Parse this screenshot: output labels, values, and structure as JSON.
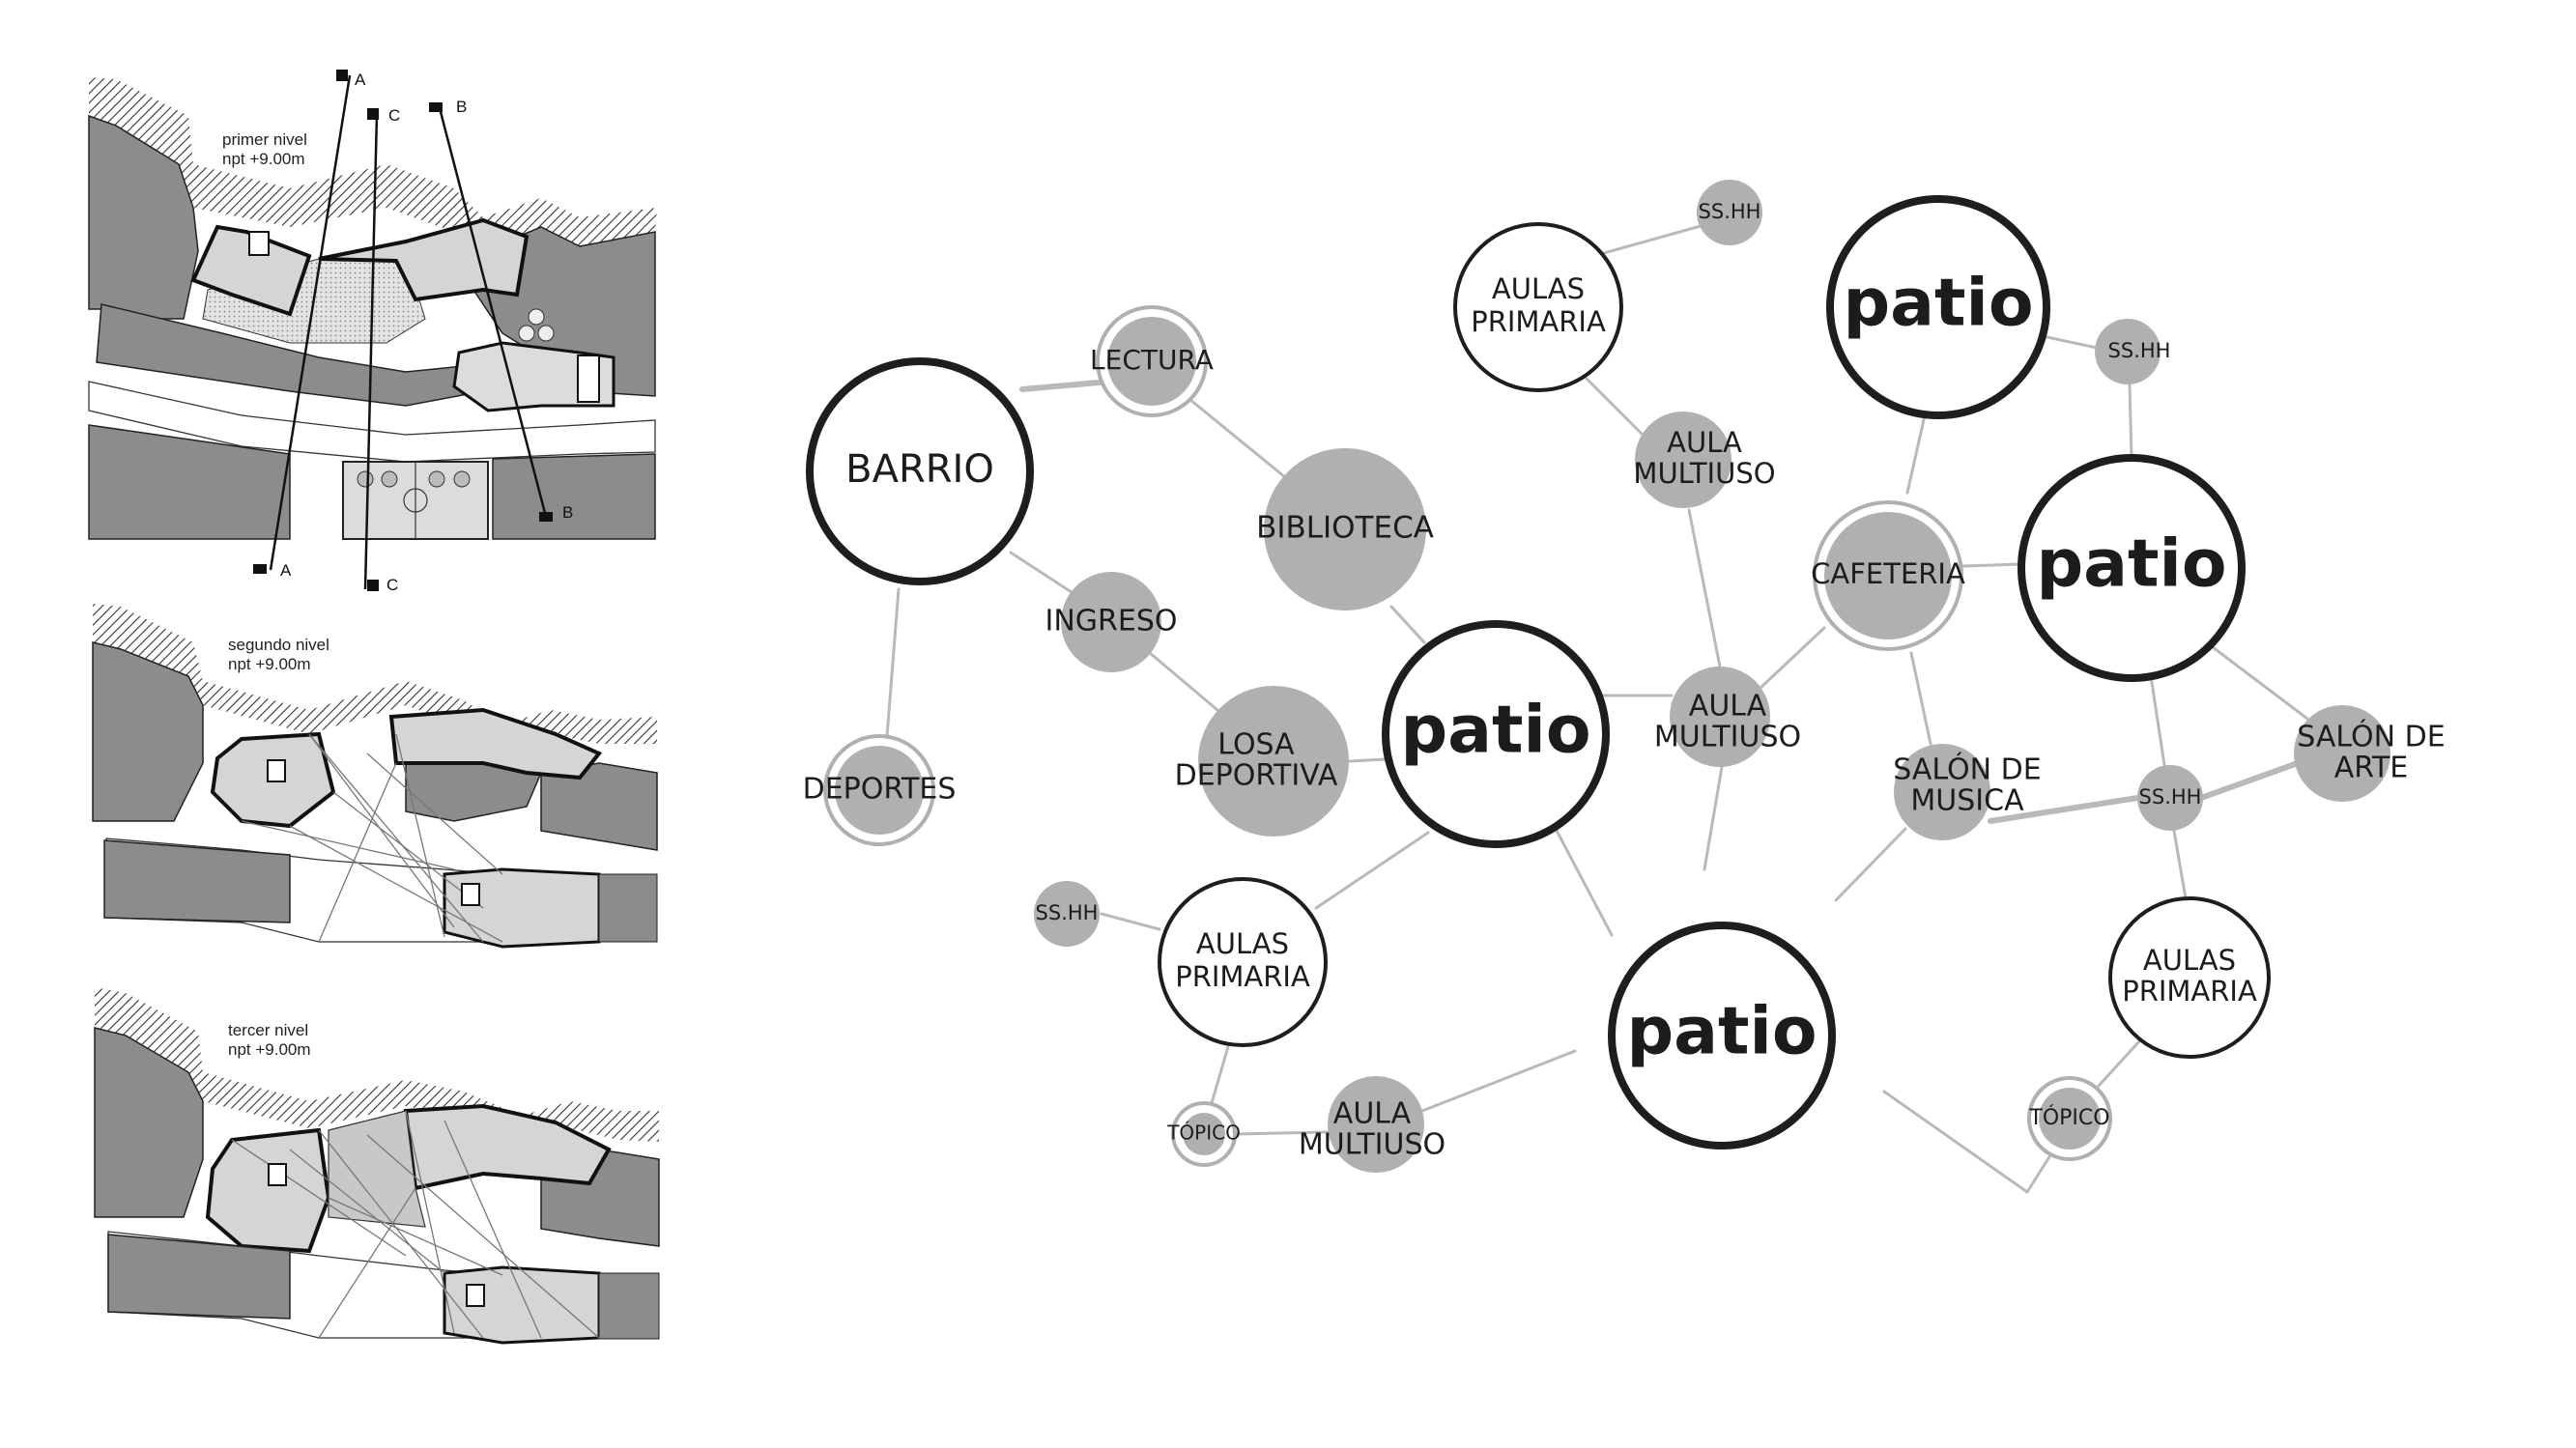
{
  "plans": [
    {
      "id": "primer",
      "name": "primer nivel",
      "level": "npt +9.00m",
      "section_labels": [
        "A",
        "C",
        "B",
        "A",
        "C",
        "B"
      ]
    },
    {
      "id": "segundo",
      "name": "segundo nivel",
      "level": "npt +9.00m"
    },
    {
      "id": "tercer",
      "name": "tercer nivel",
      "level": "npt +9.00m"
    }
  ],
  "bubble_diagram": {
    "colors": {
      "line": "#b9b9b9",
      "fill_grey": "#b0b0b0",
      "ring": "#1e1e1e",
      "text": "#1c1c1c"
    },
    "nodes": [
      {
        "id": "barrio",
        "lines": [
          "BARRIO"
        ]
      },
      {
        "id": "lectura",
        "lines": [
          "LECTURA"
        ]
      },
      {
        "id": "biblioteca",
        "lines": [
          "BIBLIOTECA"
        ]
      },
      {
        "id": "ingreso",
        "lines": [
          "INGRESO"
        ]
      },
      {
        "id": "deportes",
        "lines": [
          "DEPORTES"
        ]
      },
      {
        "id": "losa",
        "lines": [
          "LOSA",
          "DEPORTIVA"
        ]
      },
      {
        "id": "patio_center",
        "lines": [
          "patio"
        ]
      },
      {
        "id": "aulas_prim_top",
        "lines": [
          "AULAS",
          "PRIMARIA"
        ]
      },
      {
        "id": "sshh_top",
        "lines": [
          "SS.HH"
        ]
      },
      {
        "id": "aula_mult_top",
        "lines": [
          "AULA",
          "MULTIUSO"
        ]
      },
      {
        "id": "aula_mult_mid",
        "lines": [
          "AULA",
          "MULTIUSO"
        ]
      },
      {
        "id": "patio_top",
        "lines": [
          "patio"
        ]
      },
      {
        "id": "sshh_right_top",
        "lines": [
          "SS.HH"
        ]
      },
      {
        "id": "cafeteria",
        "lines": [
          "CAFETERIA"
        ]
      },
      {
        "id": "patio_right",
        "lines": [
          "patio"
        ]
      },
      {
        "id": "salon_musica",
        "lines": [
          "SALÓN DE",
          "MUSICA"
        ]
      },
      {
        "id": "sshh_right",
        "lines": [
          "SS.HH"
        ]
      },
      {
        "id": "salon_arte",
        "lines": [
          "SALÓN DE",
          "ARTE"
        ]
      },
      {
        "id": "aulas_prim_right",
        "lines": [
          "AULAS",
          "PRIMARIA"
        ]
      },
      {
        "id": "topico_right",
        "lines": [
          "TÓPICO"
        ]
      },
      {
        "id": "sshh_left",
        "lines": [
          "SS.HH"
        ]
      },
      {
        "id": "aulas_prim_left",
        "lines": [
          "AULAS",
          "PRIMARIA"
        ]
      },
      {
        "id": "topico_left",
        "lines": [
          "TÓPICO"
        ]
      },
      {
        "id": "aula_mult_bottom",
        "lines": [
          "AULA",
          "MULTIUSO"
        ]
      },
      {
        "id": "patio_bottom",
        "lines": [
          "patio"
        ]
      }
    ]
  }
}
